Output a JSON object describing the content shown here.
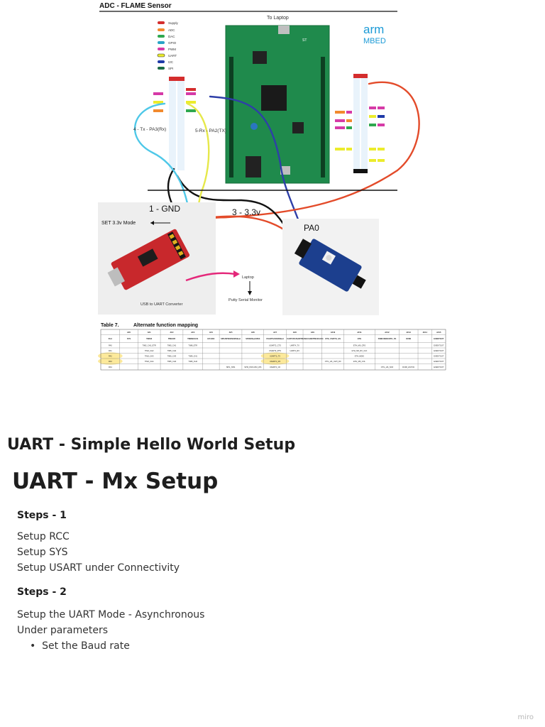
{
  "diagram": {
    "title": "ADC - FLAME Sensor",
    "to_laptop": "To Laptop",
    "logo_top": "arm",
    "logo_bottom": "MBED",
    "legend": [
      "Supply",
      "ADC",
      "DAC",
      "GPIO",
      "PWM",
      "UART",
      "I2C",
      "SPI"
    ],
    "tx_label": "4 - Tx - PA3(Rx)",
    "rx_label": "5-Rx - PA2(TX)",
    "gnd_label": "1 - GND",
    "v33_label": "3 - 3.3v",
    "pa0_label": "PA0",
    "mode_label": "SET 3.3v Mode",
    "laptop_label": "Laptop",
    "monitor_label": "Putty Serial Monitor",
    "converter_label": "USB to UART Converter",
    "colors": {
      "board": "#1f8a4c",
      "wire_red": "#e34b2a",
      "wire_black": "#111111",
      "wire_yellow": "#e6e84a",
      "wire_cyan": "#4fc8e8",
      "wire_blue": "#2e3fa8",
      "arrow_pink": "#e4287a",
      "mbed_blue": "#1b9ad6",
      "converter_red": "#c8282c",
      "sensor_blue": "#1c3f8e",
      "highlight": "#fbe58a"
    }
  },
  "table": {
    "caption": "Table 7.",
    "title": "Alternate function mapping",
    "af_headers": [
      "AF0",
      "AF1",
      "AF2",
      "AF3",
      "AF4",
      "AF5",
      "AF6",
      "AF7",
      "AF8",
      "AF9",
      "AF10",
      "AF11",
      "AF12",
      "AF13",
      "AF14",
      "AF15"
    ],
    "sub_headers": [
      "Port",
      "SYS",
      "TIM1/2",
      "TIM3/4/5",
      "TIM8/9/10/11",
      "I2C1/2/3",
      "SPI1/SPI2/I2S2/I2S2ext",
      "SPI3/I2Sext/I2S3",
      "USART1/2/3/I2S3ext",
      "UART4/5/USART6",
      "CAN1/CAN2/TIM12/13/14",
      "OTG_FS/OTG_HS",
      "ETH",
      "FSMC/SDIO/OTG_FS",
      "DCMI",
      "",
      "EVENTOUT"
    ],
    "rows": [
      {
        "port": "PA0",
        "cells": [
          "",
          "TIM2_CH1_ETR",
          "TIM5_CH1",
          "TIM8_ETR",
          "",
          "",
          "",
          "USART2_CTS",
          "UART4_TX",
          "",
          "",
          "ETH_MII_CRS",
          "",
          "",
          "",
          "EVENTOUT"
        ],
        "highlight": false
      },
      {
        "port": "PA1",
        "cells": [
          "",
          "TIM2_CH2",
          "TIM5_CH2",
          "",
          "",
          "",
          "",
          "USART2_RTS",
          "UART4_RX",
          "",
          "",
          "ETH_MII_RX_CLK",
          "",
          "",
          "",
          "EVENTOUT"
        ],
        "highlight": false
      },
      {
        "port": "PA2",
        "cells": [
          "",
          "TIM2_CH3",
          "TIM5_CH3",
          "TIM9_CH1",
          "",
          "",
          "",
          "USART2_TX",
          "",
          "",
          "",
          "ETH_MDIO",
          "",
          "",
          "",
          "EVENTOUT"
        ],
        "highlight": true
      },
      {
        "port": "PA3",
        "cells": [
          "",
          "TIM2_CH4",
          "TIM5_CH4",
          "TIM9_CH2",
          "",
          "",
          "",
          "USART2_RX",
          "",
          "",
          "OTG_HS_ULPI_D0",
          "ETH_MII_COL",
          "",
          "",
          "",
          "EVENTOUT"
        ],
        "highlight": true
      },
      {
        "port": "PA4",
        "cells": [
          "",
          "",
          "",
          "",
          "",
          "SPI1_NSS",
          "SPI3_NSS I2S3_WS",
          "USART2_CK",
          "",
          "",
          "",
          "",
          "OTG_HS_SOF",
          "DCMI_HSYNC",
          "",
          "EVENTOUT"
        ],
        "highlight": false
      }
    ]
  },
  "content": {
    "heading_main": "UART - Simple Hello World Setup",
    "heading_section": "UART - Mx Setup",
    "steps1_title": "Steps - 1",
    "steps1_lines": [
      "Setup RCC",
      "Setup SYS",
      "Setup USART under Connectivity"
    ],
    "steps2_title": "Steps - 2",
    "steps2_lines": [
      "Setup the UART Mode - Asynchronous",
      "Under parameters"
    ],
    "bullets": [
      "Set the Baud rate"
    ]
  },
  "footer": {
    "brand": "miro"
  }
}
